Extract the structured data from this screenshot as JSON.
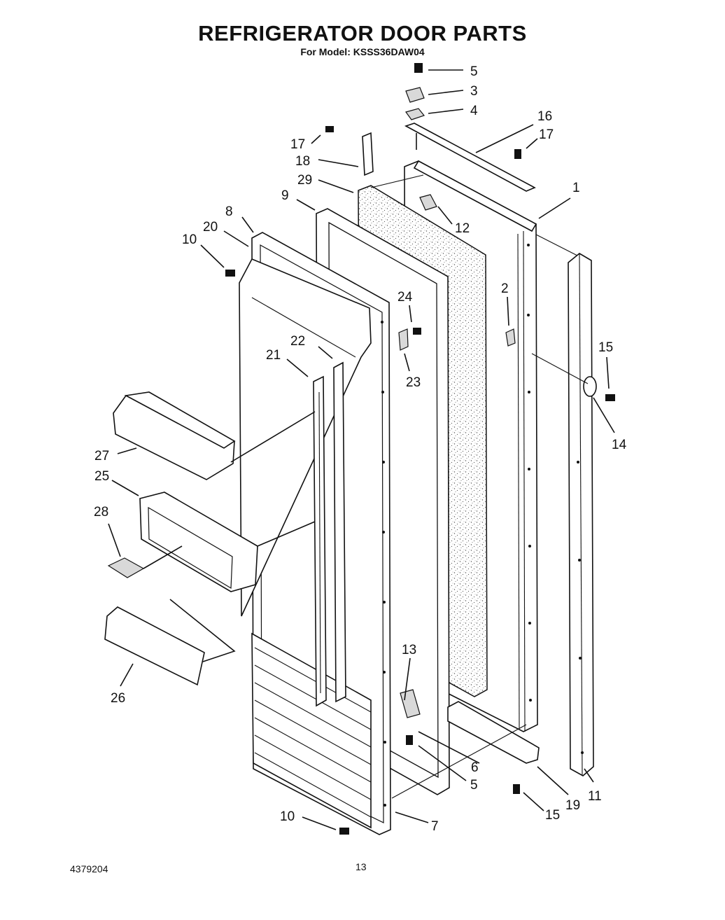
{
  "title": "REFRIGERATOR DOOR PARTS",
  "subtitle": "For Model: KSSS36DAW04",
  "footer": {
    "code": "4379204",
    "page": "13"
  },
  "callouts": [
    {
      "id": "c5a",
      "text": "5"
    },
    {
      "id": "c3",
      "text": "3"
    },
    {
      "id": "c4",
      "text": "4"
    },
    {
      "id": "c16",
      "text": "16"
    },
    {
      "id": "c17a",
      "text": "17"
    },
    {
      "id": "c17b",
      "text": "17"
    },
    {
      "id": "c18",
      "text": "18"
    },
    {
      "id": "c29",
      "text": "29"
    },
    {
      "id": "c1",
      "text": "1"
    },
    {
      "id": "c9",
      "text": "9"
    },
    {
      "id": "c12",
      "text": "12"
    },
    {
      "id": "c8",
      "text": "8"
    },
    {
      "id": "c20",
      "text": "20"
    },
    {
      "id": "c10a",
      "text": "10"
    },
    {
      "id": "c2",
      "text": "2"
    },
    {
      "id": "c24",
      "text": "24"
    },
    {
      "id": "c15a",
      "text": "15"
    },
    {
      "id": "c22",
      "text": "22"
    },
    {
      "id": "c21",
      "text": "21"
    },
    {
      "id": "c23",
      "text": "23"
    },
    {
      "id": "c14",
      "text": "14"
    },
    {
      "id": "c27",
      "text": "27"
    },
    {
      "id": "c25",
      "text": "25"
    },
    {
      "id": "c28",
      "text": "28"
    },
    {
      "id": "c26",
      "text": "26"
    },
    {
      "id": "c13",
      "text": "13"
    },
    {
      "id": "c6",
      "text": "6"
    },
    {
      "id": "c5b",
      "text": "5"
    },
    {
      "id": "c19",
      "text": "19"
    },
    {
      "id": "c11",
      "text": "11"
    },
    {
      "id": "c15b",
      "text": "15"
    },
    {
      "id": "c10b",
      "text": "10"
    },
    {
      "id": "c7",
      "text": "7"
    }
  ]
}
